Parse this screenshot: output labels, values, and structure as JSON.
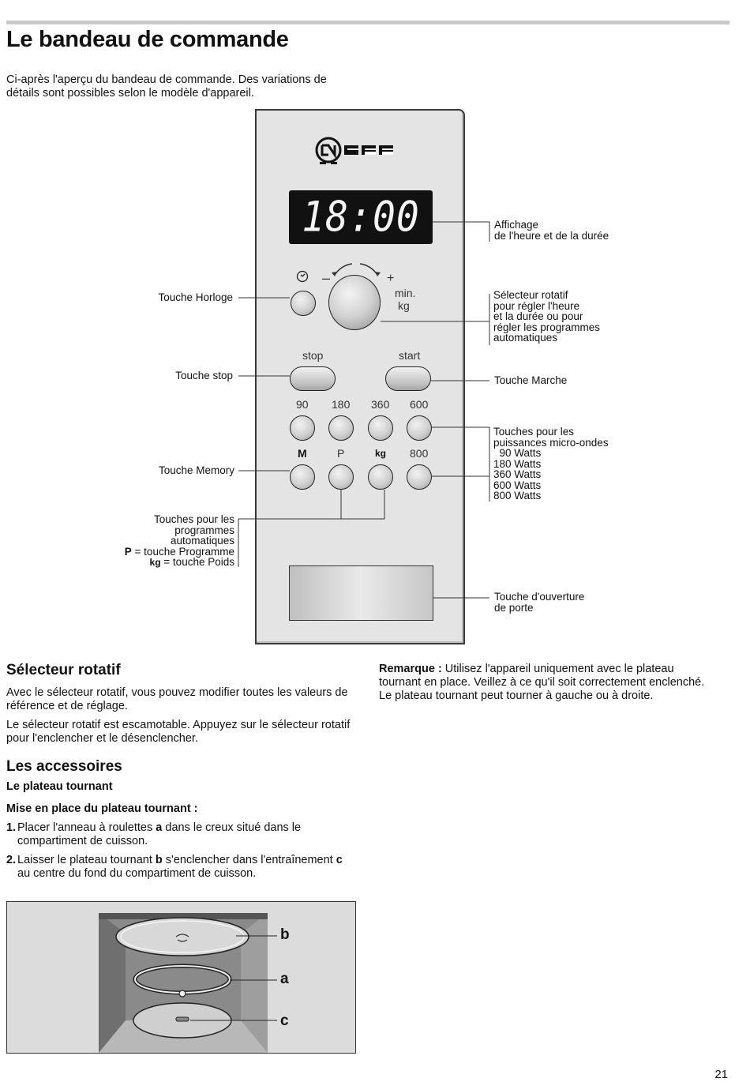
{
  "page": {
    "title": "Le bandeau de commande",
    "intro": "Ci-après l'aperçu du bandeau de commande. Des variations de détails sont possibles selon le modèle d'appareil.",
    "page_number": "21"
  },
  "panel": {
    "brand_logo": "NEFF",
    "display_value": "18:00",
    "labels": {
      "clock_icon": "clock-icon",
      "minus": "–",
      "plus": "+",
      "min": "min.",
      "kg": "kg",
      "stop": "stop",
      "start": "start",
      "p90": "90",
      "p180": "180",
      "p360": "360",
      "p600": "600",
      "m": "M",
      "p": "P",
      "kg_btn": "kg",
      "p800": "800"
    }
  },
  "callouts": {
    "affichage": "Affichage\nde l'heure et de la durée",
    "selecteur": "Sélecteur rotatif\npour régler l'heure\net la durée ou pour\nrégler les programmes\nautomatiques",
    "horloge": "Touche Horloge",
    "stop": "Touche stop",
    "marche": "Touche Marche",
    "puissances": "Touches pour les\npuissances micro-ondes\n  90 Watts\n180 Watts\n360 Watts\n600 Watts\n800 Watts",
    "memory": "Touche Memory",
    "programmes_title": "Touches pour les\nprogrammes\nautomatiques",
    "programmes_p_key": "P",
    "programmes_p_text": " = touche Programme",
    "programmes_kg_key": "kg",
    "programmes_kg_text": " = touche Poids",
    "porte": "Touche d'ouverture\nde porte"
  },
  "selecteur_section": {
    "heading": "Sélecteur rotatif",
    "p1": "Avec le sélecteur rotatif, vous pouvez modifier toutes les valeurs de référence et de réglage.",
    "p2": "Le sélecteur rotatif est escamotable. Appuyez sur le sélecteur rotatif pour l'enclencher et le désenclencher."
  },
  "accessoires_section": {
    "heading": "Les accessoires",
    "subheading": "Le plateau tournant",
    "steps_heading": "Mise en place du plateau tournant :",
    "step1_num": "1.",
    "step1_a": "Placer l'anneau à roulettes ",
    "step1_b": "a",
    "step1_c": " dans le creux situé dans le compartiment de cuisson.",
    "step2_num": "2.",
    "step2_a": "Laisser le plateau tournant ",
    "step2_b": "b",
    "step2_c": " s'enclencher dans l'entraînement ",
    "step2_d": "c",
    "step2_e": " au centre du fond du compartiment de cuisson.",
    "figure_labels": {
      "b": "b",
      "a": "a",
      "c": "c"
    }
  },
  "remarque": {
    "label": "Remarque :",
    "text": " Utilisez l'appareil uniquement avec le plateau tournant en place. Veillez à ce qu'il soit correctement enclenché. Le plateau tournant peut tourner à gauche ou à droite."
  }
}
